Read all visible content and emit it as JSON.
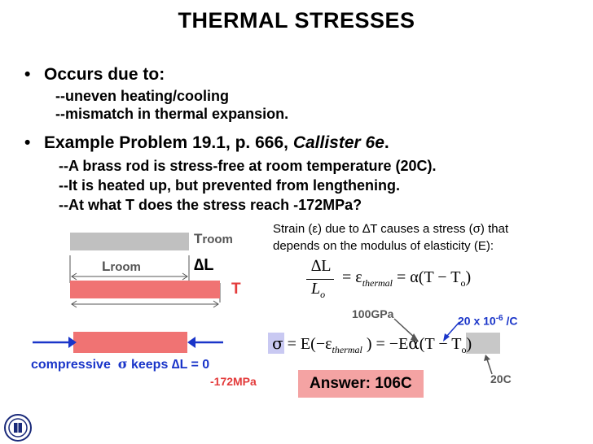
{
  "title": "THERMAL STRESSES",
  "bullets": [
    {
      "text": "Occurs due to:"
    },
    {
      "text": "Example Problem 19.1, p. 666, ",
      "italic": "Callister 6e",
      "end": "."
    }
  ],
  "sub1": [
    "--uneven heating/cooling",
    "--mismatch in thermal expansion."
  ],
  "sub2": [
    "--A brass rod is stress-free at room temperature (20C).",
    "--It is heated up, but prevented from lengthening.",
    "--At what T does the stress reach -172MPa?"
  ],
  "diagram": {
    "troom_base": "T",
    "troom_sub": "room",
    "lroom_base": "L",
    "lroom_sub": "room",
    "delta_l": "∆L",
    "t_label": "T",
    "compressive": "compressive",
    "sigma": "σ",
    "keeps": "keeps ∆L = 0"
  },
  "strain_note": [
    "Strain (ε) due to ∆T causes a stress (σ) that",
    "depends on the modulus of elasticity (E):"
  ],
  "equation1": {
    "dl": "∆L",
    "lo": "L",
    "lo_sub": "o",
    "eq": "= ε",
    "thermal": "thermal",
    "rhs": "= α(T − T",
    "rhs_sub": "o",
    "close": ")"
  },
  "equation2": {
    "sigma": "σ",
    "mid": "= E(−ε",
    "thermal": "thermal",
    "mid2": ") = −E",
    "alpha": "α",
    "open": "(T",
    "minus": "−",
    "to": "T",
    "to_sub": "o",
    "close": ")"
  },
  "annotations": {
    "modulus": "100GPa",
    "alpha_val": "20 x 10",
    "alpha_exp": "-6",
    "alpha_unit": " /C",
    "room_temp": "20C",
    "stress": "-172MPa"
  },
  "answer": "Answer:  106C",
  "colors": {
    "blue": "#1a35c9",
    "red": "#e33b3b",
    "bar_red": "#f07373",
    "bar_grey": "#c0c0c0"
  },
  "logo_icon": "university-seal-icon"
}
